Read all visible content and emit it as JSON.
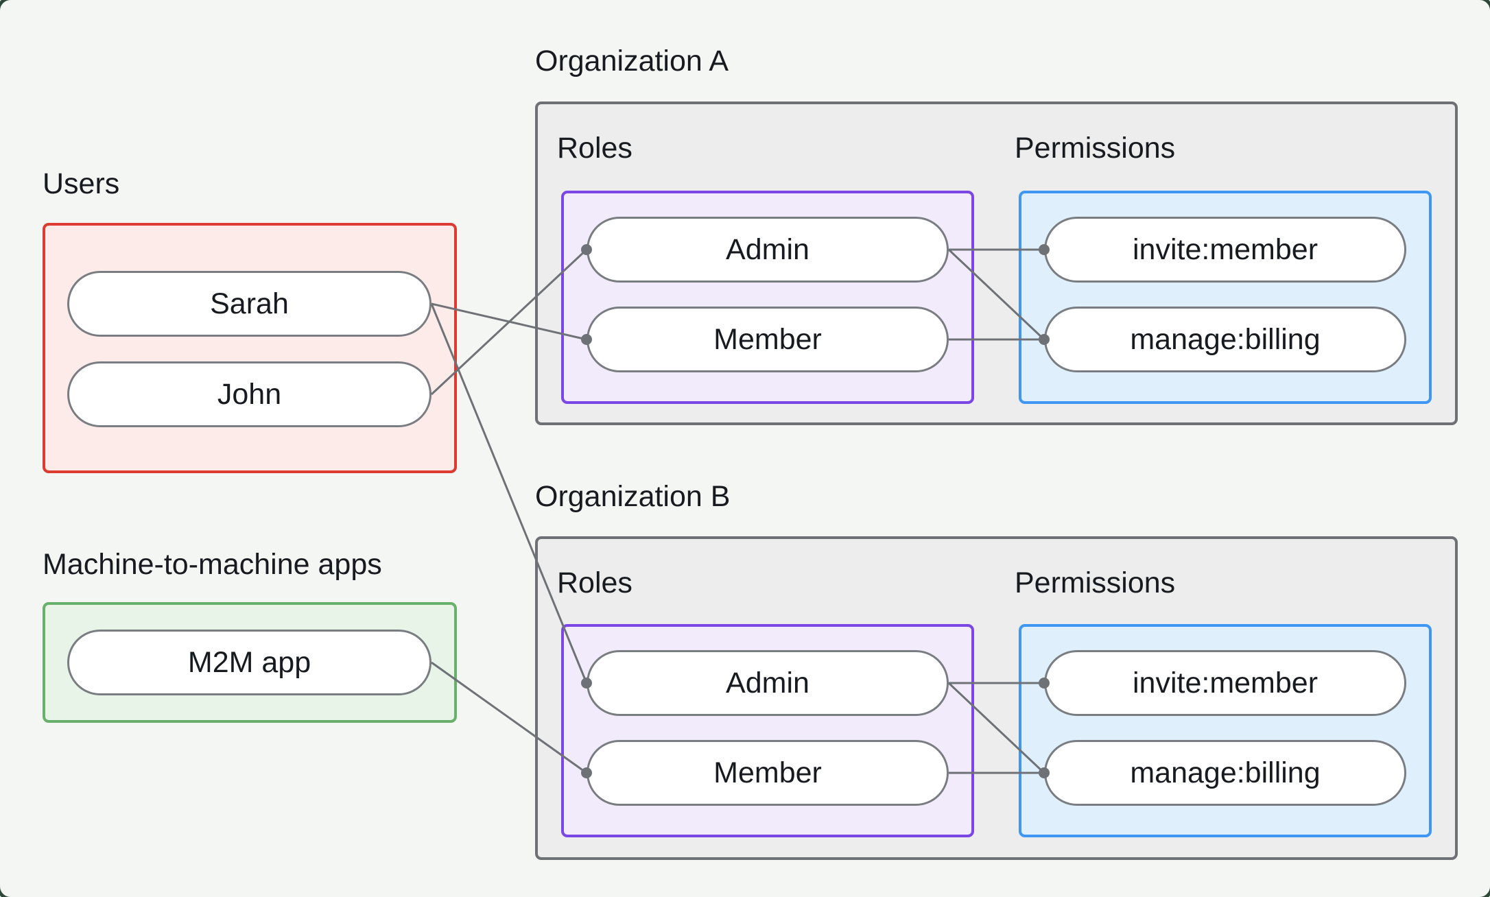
{
  "palette": {
    "background": "#f3f6f3",
    "outer-border": "#2e4837",
    "text": "#171b20",
    "pill-fill": "#ffffff",
    "pill-border": "#797d81",
    "connector": "#6e7276",
    "users-border": "#dc3b31",
    "users-fill": "#fcebe9",
    "m2m-border": "#68b06c",
    "m2m-fill": "#e8f4e8",
    "org-border": "#6d7175",
    "org-fill": "#ededee",
    "roles-border": "#7b46e6",
    "roles-fill": "#f2ebfc",
    "permissions-border": "#3f97f3",
    "permissions-fill": "#dff0fc"
  },
  "users_group": {
    "title": "Users",
    "items": [
      "Sarah",
      "John"
    ]
  },
  "m2m_group": {
    "title": "Machine-to-machine apps",
    "items": [
      "M2M app"
    ]
  },
  "org_a": {
    "title": "Organization A",
    "roles_title": "Roles",
    "permissions_title": "Permissions",
    "roles": [
      "Admin",
      "Member"
    ],
    "permissions": [
      "invite:member",
      "manage:billing"
    ]
  },
  "org_b": {
    "title": "Organization B",
    "roles_title": "Roles",
    "permissions_title": "Permissions",
    "roles": [
      "Admin",
      "Member"
    ],
    "permissions": [
      "invite:member",
      "manage:billing"
    ]
  },
  "connections": [
    {
      "from": "Sarah",
      "to": "Organization A / Member"
    },
    {
      "from": "Sarah",
      "to": "Organization B / Admin"
    },
    {
      "from": "John",
      "to": "Organization A / Admin"
    },
    {
      "from": "M2M app",
      "to": "Organization B / Member"
    },
    {
      "from": "Organization A / Admin",
      "to": "Organization A / invite:member"
    },
    {
      "from": "Organization A / Admin",
      "to": "Organization A / manage:billing"
    },
    {
      "from": "Organization A / Member",
      "to": "Organization A / manage:billing"
    },
    {
      "from": "Organization B / Admin",
      "to": "Organization B / invite:member"
    },
    {
      "from": "Organization B / Admin",
      "to": "Organization B / manage:billing"
    },
    {
      "from": "Organization B / Member",
      "to": "Organization B / manage:billing"
    }
  ]
}
